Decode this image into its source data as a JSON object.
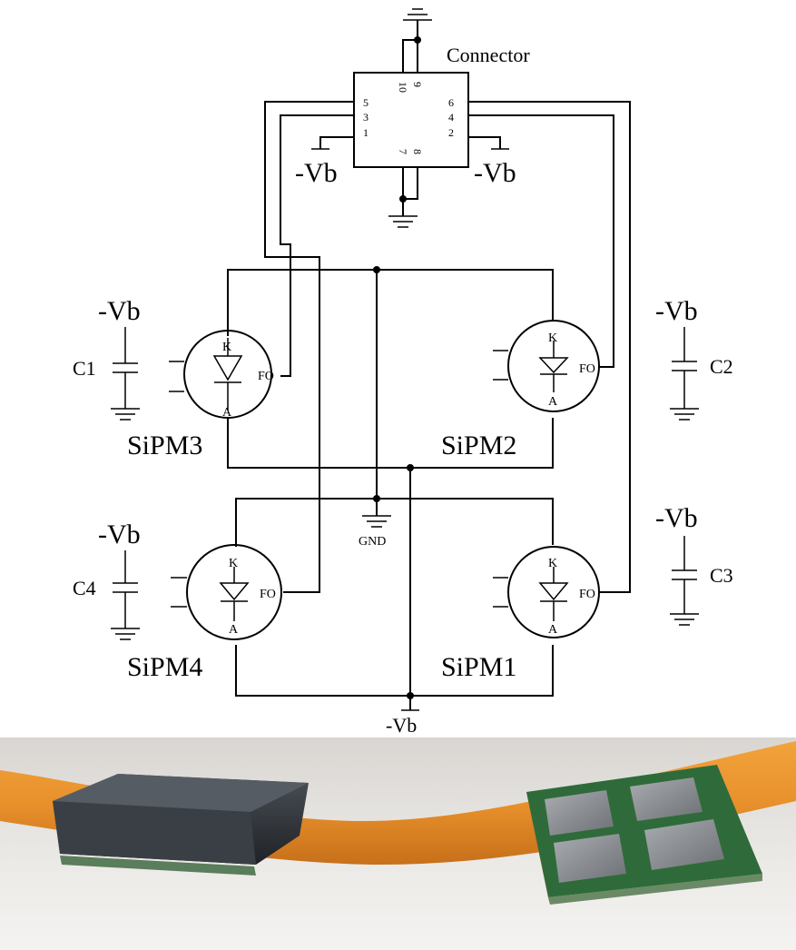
{
  "connector": {
    "title": "Connector",
    "pins_left": [
      "5",
      "3",
      "1"
    ],
    "pins_right": [
      "6",
      "4",
      "2"
    ],
    "pins_top": [
      "10",
      "9"
    ],
    "pins_bottom": [
      "7",
      "8"
    ]
  },
  "bias_label": "-Vb",
  "gnd_label": "GND",
  "capacitors": {
    "c1": "C1",
    "c2": "C2",
    "c3": "C3",
    "c4": "C4"
  },
  "sipm": {
    "s1": "SiPM1",
    "s2": "SiPM2",
    "s3": "SiPM3",
    "s4": "SiPM4",
    "pin_k": "K",
    "pin_a": "A",
    "pin_fo": "FO"
  },
  "colors": {
    "flex_cable": "#e8912c",
    "encapsulant": "#2e3338",
    "pcb": "#2f6b3a",
    "sipm_window": "#8a8e92"
  }
}
